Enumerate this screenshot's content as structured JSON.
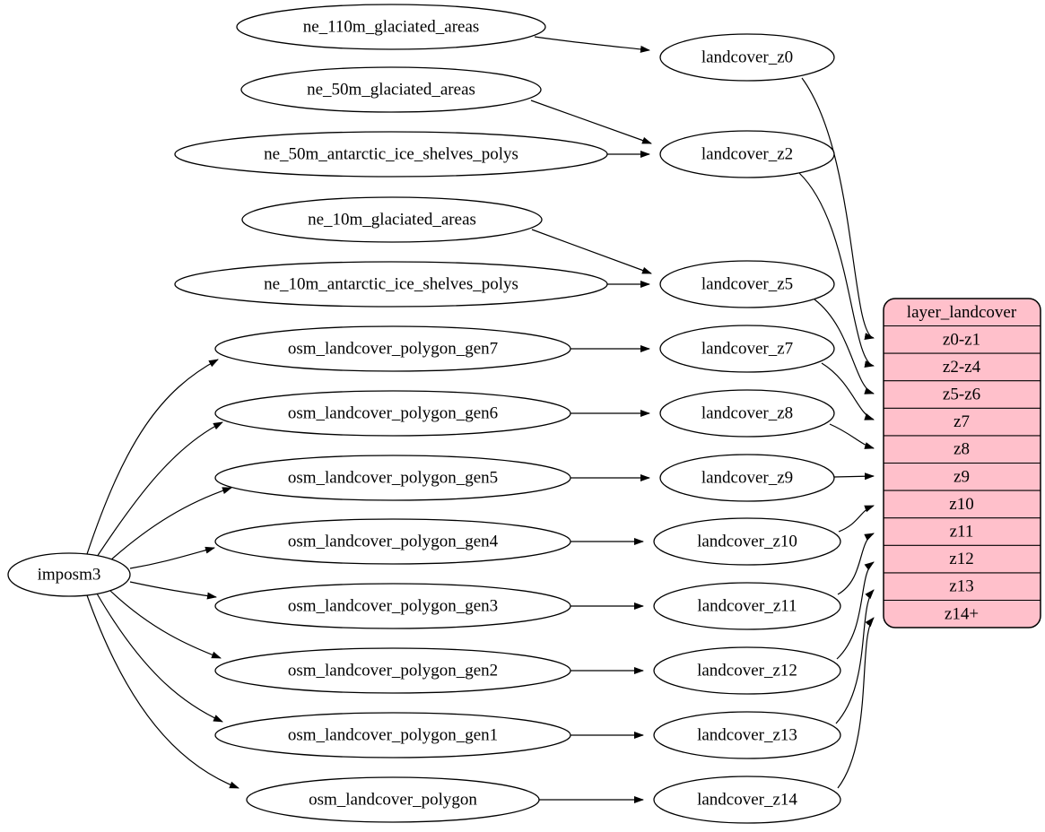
{
  "colors": {
    "background": "#ffffff",
    "node_fill": "#ffffff",
    "stroke": "#000000",
    "record_fill": "#ffc0cb"
  },
  "nodes": {
    "imposm3": "imposm3",
    "ne_110m_glaciated_areas": "ne_110m_glaciated_areas",
    "ne_50m_glaciated_areas": "ne_50m_glaciated_areas",
    "ne_50m_antarctic_ice_shelves_polys": "ne_50m_antarctic_ice_shelves_polys",
    "ne_10m_glaciated_areas": "ne_10m_glaciated_areas",
    "ne_10m_antarctic_ice_shelves_polys": "ne_10m_antarctic_ice_shelves_polys",
    "osm_landcover_polygon_gen7": "osm_landcover_polygon_gen7",
    "osm_landcover_polygon_gen6": "osm_landcover_polygon_gen6",
    "osm_landcover_polygon_gen5": "osm_landcover_polygon_gen5",
    "osm_landcover_polygon_gen4": "osm_landcover_polygon_gen4",
    "osm_landcover_polygon_gen3": "osm_landcover_polygon_gen3",
    "osm_landcover_polygon_gen2": "osm_landcover_polygon_gen2",
    "osm_landcover_polygon_gen1": "osm_landcover_polygon_gen1",
    "osm_landcover_polygon": "osm_landcover_polygon",
    "landcover_z0": "landcover_z0",
    "landcover_z2": "landcover_z2",
    "landcover_z5": "landcover_z5",
    "landcover_z7": "landcover_z7",
    "landcover_z8": "landcover_z8",
    "landcover_z9": "landcover_z9",
    "landcover_z10": "landcover_z10",
    "landcover_z11": "landcover_z11",
    "landcover_z12": "landcover_z12",
    "landcover_z13": "landcover_z13",
    "landcover_z14": "landcover_z14"
  },
  "record": {
    "header": "layer_landcover",
    "rows": [
      "z0-z1",
      "z2-z4",
      "z5-z6",
      "z7",
      "z8",
      "z9",
      "z10",
      "z11",
      "z12",
      "z13",
      "z14+"
    ]
  },
  "edges": [
    {
      "from": "imposm3",
      "to": "osm_landcover_polygon_gen7"
    },
    {
      "from": "imposm3",
      "to": "osm_landcover_polygon_gen6"
    },
    {
      "from": "imposm3",
      "to": "osm_landcover_polygon_gen5"
    },
    {
      "from": "imposm3",
      "to": "osm_landcover_polygon_gen4"
    },
    {
      "from": "imposm3",
      "to": "osm_landcover_polygon_gen3"
    },
    {
      "from": "imposm3",
      "to": "osm_landcover_polygon_gen2"
    },
    {
      "from": "imposm3",
      "to": "osm_landcover_polygon_gen1"
    },
    {
      "from": "imposm3",
      "to": "osm_landcover_polygon"
    },
    {
      "from": "ne_110m_glaciated_areas",
      "to": "landcover_z0"
    },
    {
      "from": "ne_50m_glaciated_areas",
      "to": "landcover_z2"
    },
    {
      "from": "ne_50m_antarctic_ice_shelves_polys",
      "to": "landcover_z2"
    },
    {
      "from": "ne_10m_glaciated_areas",
      "to": "landcover_z5"
    },
    {
      "from": "ne_10m_antarctic_ice_shelves_polys",
      "to": "landcover_z5"
    },
    {
      "from": "osm_landcover_polygon_gen7",
      "to": "landcover_z7"
    },
    {
      "from": "osm_landcover_polygon_gen6",
      "to": "landcover_z8"
    },
    {
      "from": "osm_landcover_polygon_gen5",
      "to": "landcover_z9"
    },
    {
      "from": "osm_landcover_polygon_gen4",
      "to": "landcover_z10"
    },
    {
      "from": "osm_landcover_polygon_gen3",
      "to": "landcover_z11"
    },
    {
      "from": "osm_landcover_polygon_gen2",
      "to": "landcover_z12"
    },
    {
      "from": "osm_landcover_polygon_gen1",
      "to": "landcover_z13"
    },
    {
      "from": "osm_landcover_polygon",
      "to": "landcover_z14"
    },
    {
      "from": "landcover_z0",
      "to": "layer_landcover:z0-z1"
    },
    {
      "from": "landcover_z2",
      "to": "layer_landcover:z2-z4"
    },
    {
      "from": "landcover_z5",
      "to": "layer_landcover:z5-z6"
    },
    {
      "from": "landcover_z7",
      "to": "layer_landcover:z7"
    },
    {
      "from": "landcover_z8",
      "to": "layer_landcover:z8"
    },
    {
      "from": "landcover_z9",
      "to": "layer_landcover:z9"
    },
    {
      "from": "landcover_z10",
      "to": "layer_landcover:z10"
    },
    {
      "from": "landcover_z11",
      "to": "layer_landcover:z11"
    },
    {
      "from": "landcover_z12",
      "to": "layer_landcover:z12"
    },
    {
      "from": "landcover_z13",
      "to": "layer_landcover:z13"
    },
    {
      "from": "landcover_z14",
      "to": "layer_landcover:z14+"
    }
  ]
}
